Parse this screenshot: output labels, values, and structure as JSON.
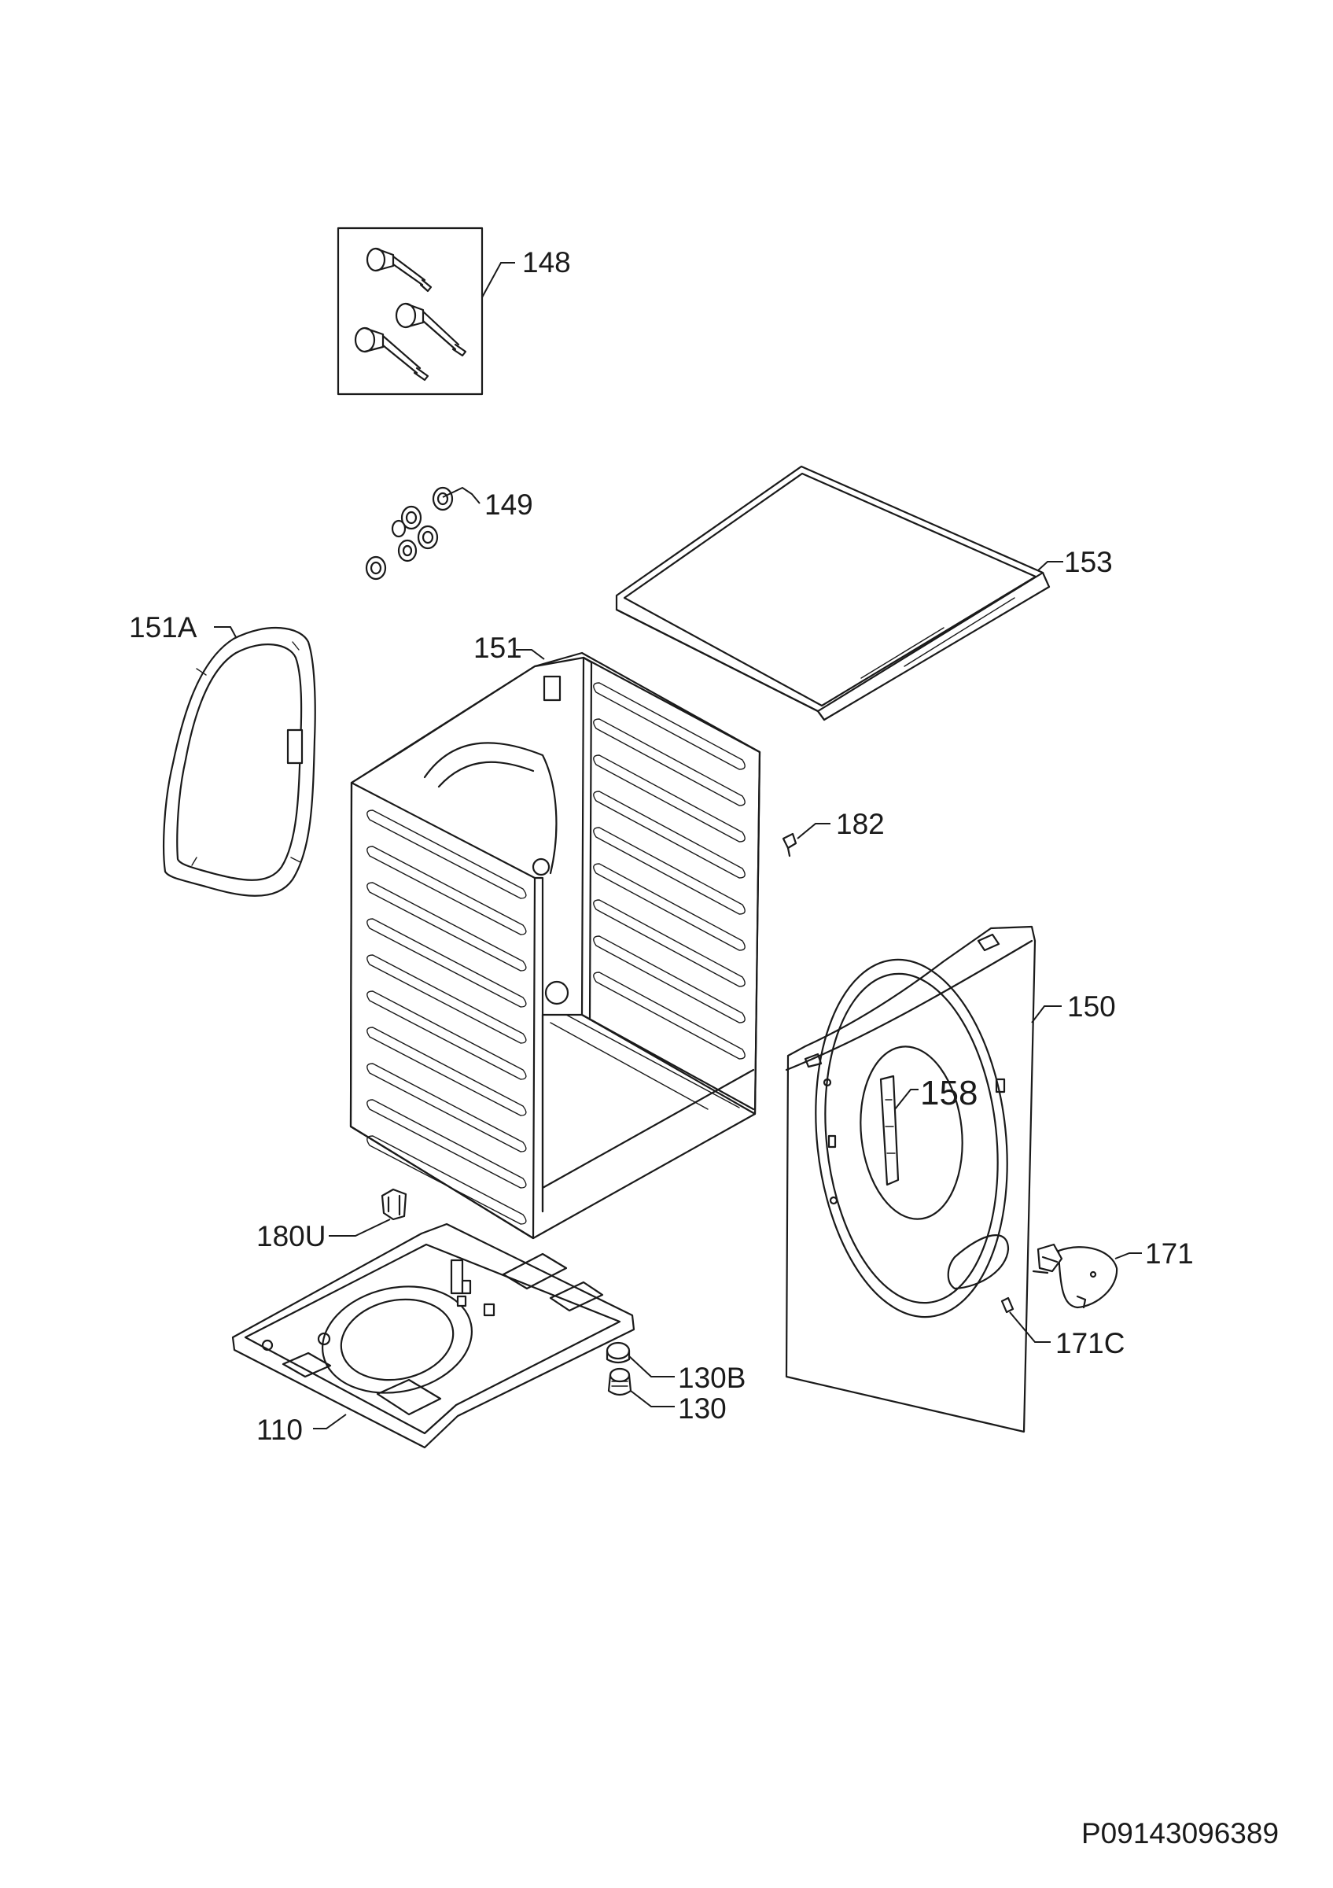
{
  "diagram": {
    "document_code": "P09143096389",
    "labels": {
      "p148": "148",
      "p149": "149",
      "p153": "153",
      "p151A": "151A",
      "p151": "151",
      "p182": "182",
      "p150": "150",
      "p158": "158",
      "p180U": "180U",
      "p171": "171",
      "p171C": "171C",
      "p130B": "130B",
      "p130": "130",
      "p110": "110"
    }
  }
}
